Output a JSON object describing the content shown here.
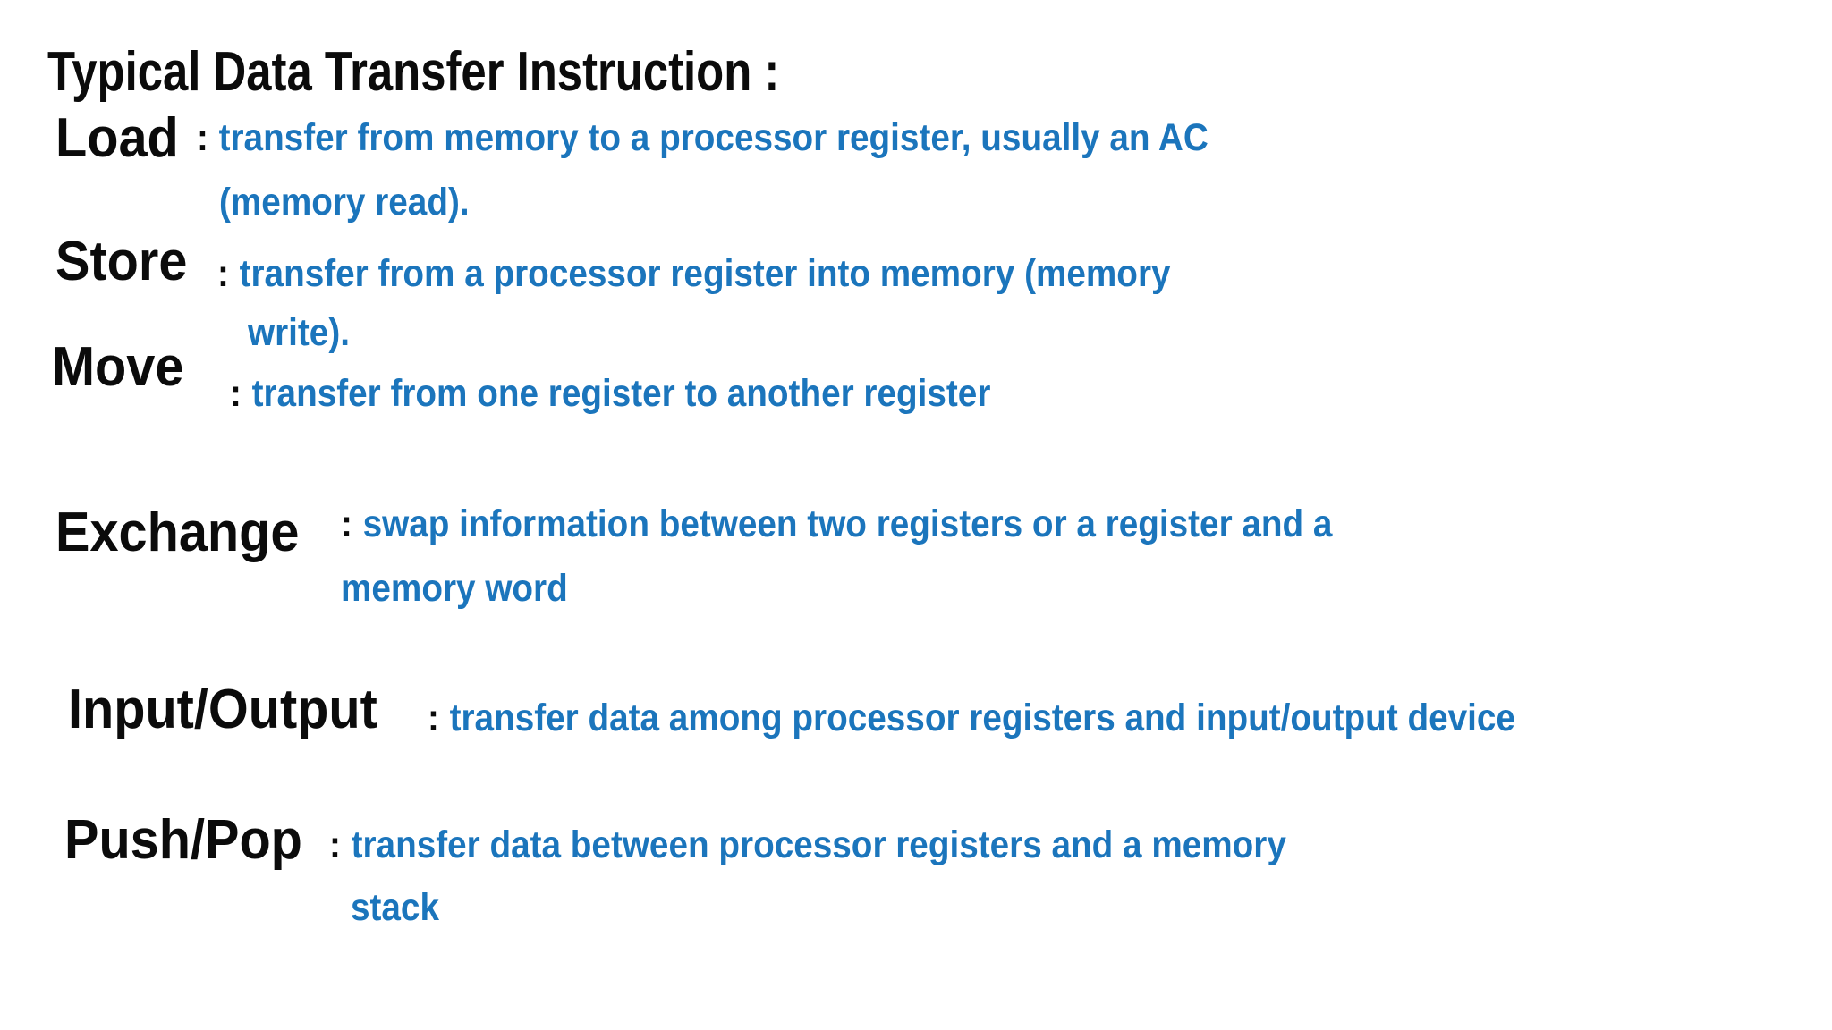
{
  "colors": {
    "background": "#ffffff",
    "text_black": "#0b0b0b",
    "accent_blue": "#1B75BC"
  },
  "title": "Typical Data Transfer Instruction :",
  "items": [
    {
      "term": "Load",
      "separator": ":",
      "lines": [
        "transfer from memory to a processor register, usually an AC",
        "(memory read)."
      ]
    },
    {
      "term": "Store",
      "separator": ":",
      "lines": [
        "transfer from a processor register into memory (memory",
        "write)."
      ]
    },
    {
      "term": "Move",
      "separator": ":",
      "lines": [
        "transfer from one register to another register"
      ]
    },
    {
      "term": "Exchange",
      "separator": ":",
      "lines": [
        "swap information between two registers or a register and a",
        "memory word"
      ]
    },
    {
      "term": "Input/Output",
      "separator": ":",
      "lines": [
        "transfer data among processor registers and input/output device"
      ]
    },
    {
      "term": "Push/Pop",
      "separator": ":",
      "lines": [
        "transfer data between processor registers and a memory",
        "stack"
      ]
    }
  ]
}
